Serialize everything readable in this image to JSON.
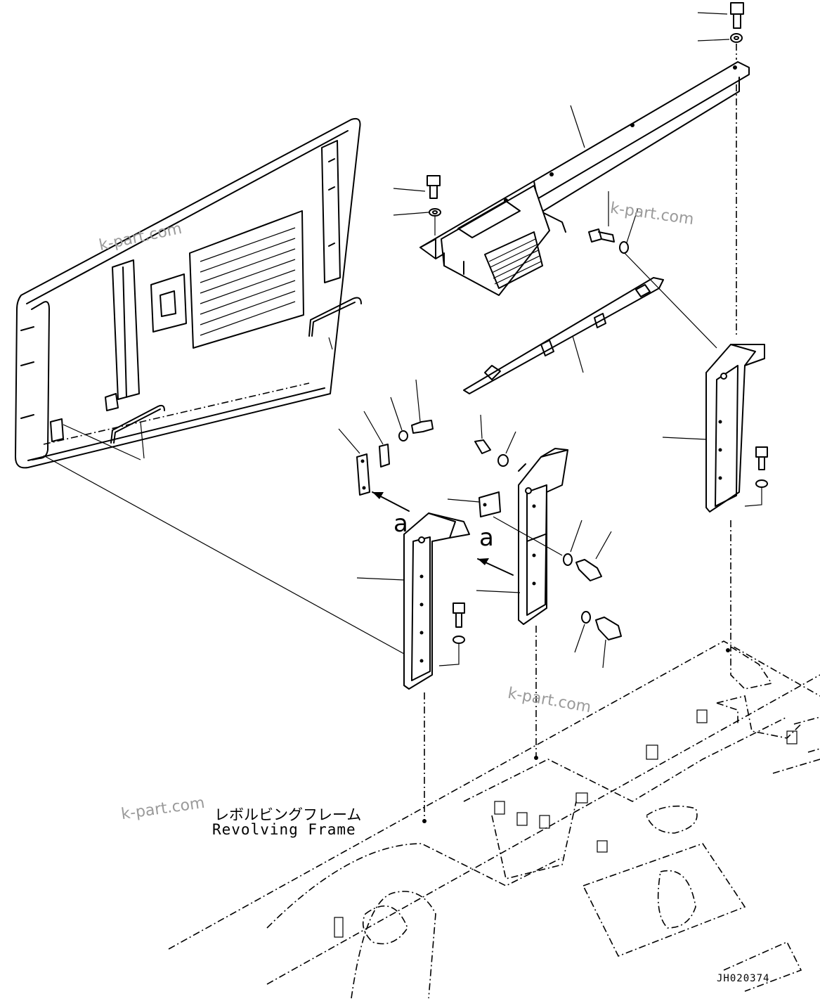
{
  "diagram": {
    "frame_label_jp": "レボルビングフレーム",
    "frame_label_en": "Revolving Frame",
    "drawing_code": "JH020374",
    "view_marker": "a",
    "watermark": "k-part.com"
  }
}
